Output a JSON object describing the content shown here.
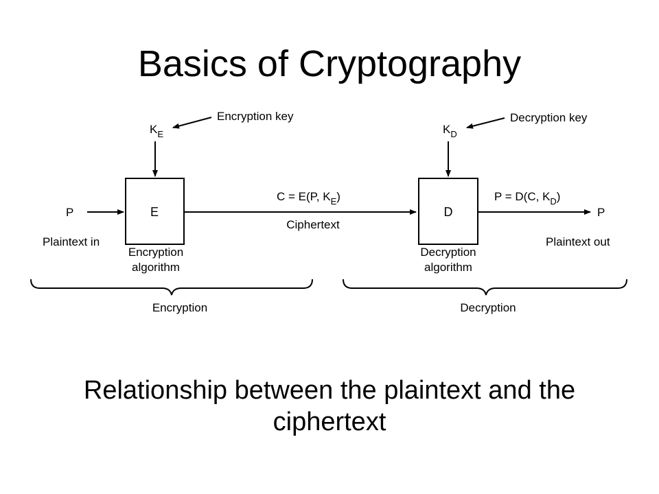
{
  "title": "Basics of Cryptography",
  "caption": "Relationship between the plaintext and the ciphertext",
  "diagram": {
    "encryption_key_label": "Encryption key",
    "decryption_key_label": "Decryption key",
    "key_letter": "K",
    "enc_key_sub": "E",
    "dec_key_sub": "D",
    "plaintext_symbol": "P",
    "enc_box_label": "E",
    "dec_box_label": "D",
    "plaintext_in": "Plaintext in",
    "plaintext_out": "Plaintext out",
    "ciphertext_eq_prefix": "C = E(P, K",
    "ciphertext_eq_sub": "E",
    "ciphertext_eq_suffix": ")",
    "plaintext_eq_prefix": "P = D(C, K",
    "plaintext_eq_sub": "D",
    "plaintext_eq_suffix": ")",
    "ciphertext_label": "Ciphertext",
    "enc_algo_line1": "Encryption",
    "enc_algo_line2": "algorithm",
    "dec_algo_line1": "Decryption",
    "dec_algo_line2": "algorithm",
    "encryption_section": "Encryption",
    "decryption_section": "Decryption"
  }
}
